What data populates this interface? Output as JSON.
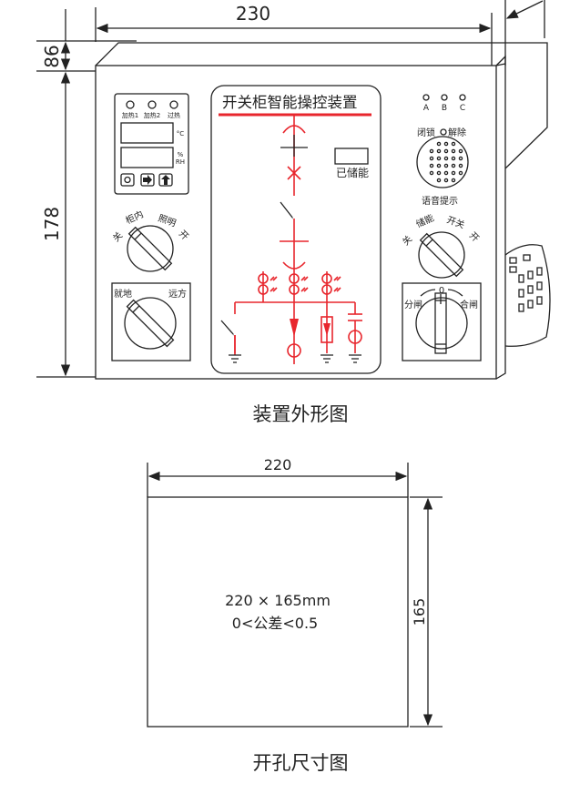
{
  "dimensions": {
    "width": "230",
    "top_height": "86",
    "height": "178",
    "cutout_width": "220",
    "cutout_height": "165"
  },
  "device": {
    "heater_leds": [
      "加热1",
      "加热2",
      "过热"
    ],
    "temp_unit": "°C",
    "humidity_unit_1": "%",
    "humidity_unit_2": "RH",
    "light_knob_labels": [
      "关",
      "柜内",
      "照明",
      "开"
    ],
    "local_remote_labels": [
      "就地",
      "远方"
    ],
    "mimic_title": "开关柜智能操控装置",
    "charged_label": "已储能",
    "phase_leds": [
      "A",
      "B",
      "C"
    ],
    "lock_label": "闭锁",
    "unlock_label": "解除",
    "voice_label": "语音提示",
    "charge_knob_labels": [
      "关",
      "储能",
      "开关",
      "开"
    ],
    "switch_zero": "0",
    "open_label": "分闸",
    "close_label": "合闸"
  },
  "captions": {
    "device": "装置外形图",
    "cutout": "开孔尺寸图"
  },
  "cutout": {
    "size": "220 × 165mm",
    "tolerance": "0<公差<0.5"
  },
  "colors": {
    "accent": "#e8262d",
    "line": "#222222"
  }
}
